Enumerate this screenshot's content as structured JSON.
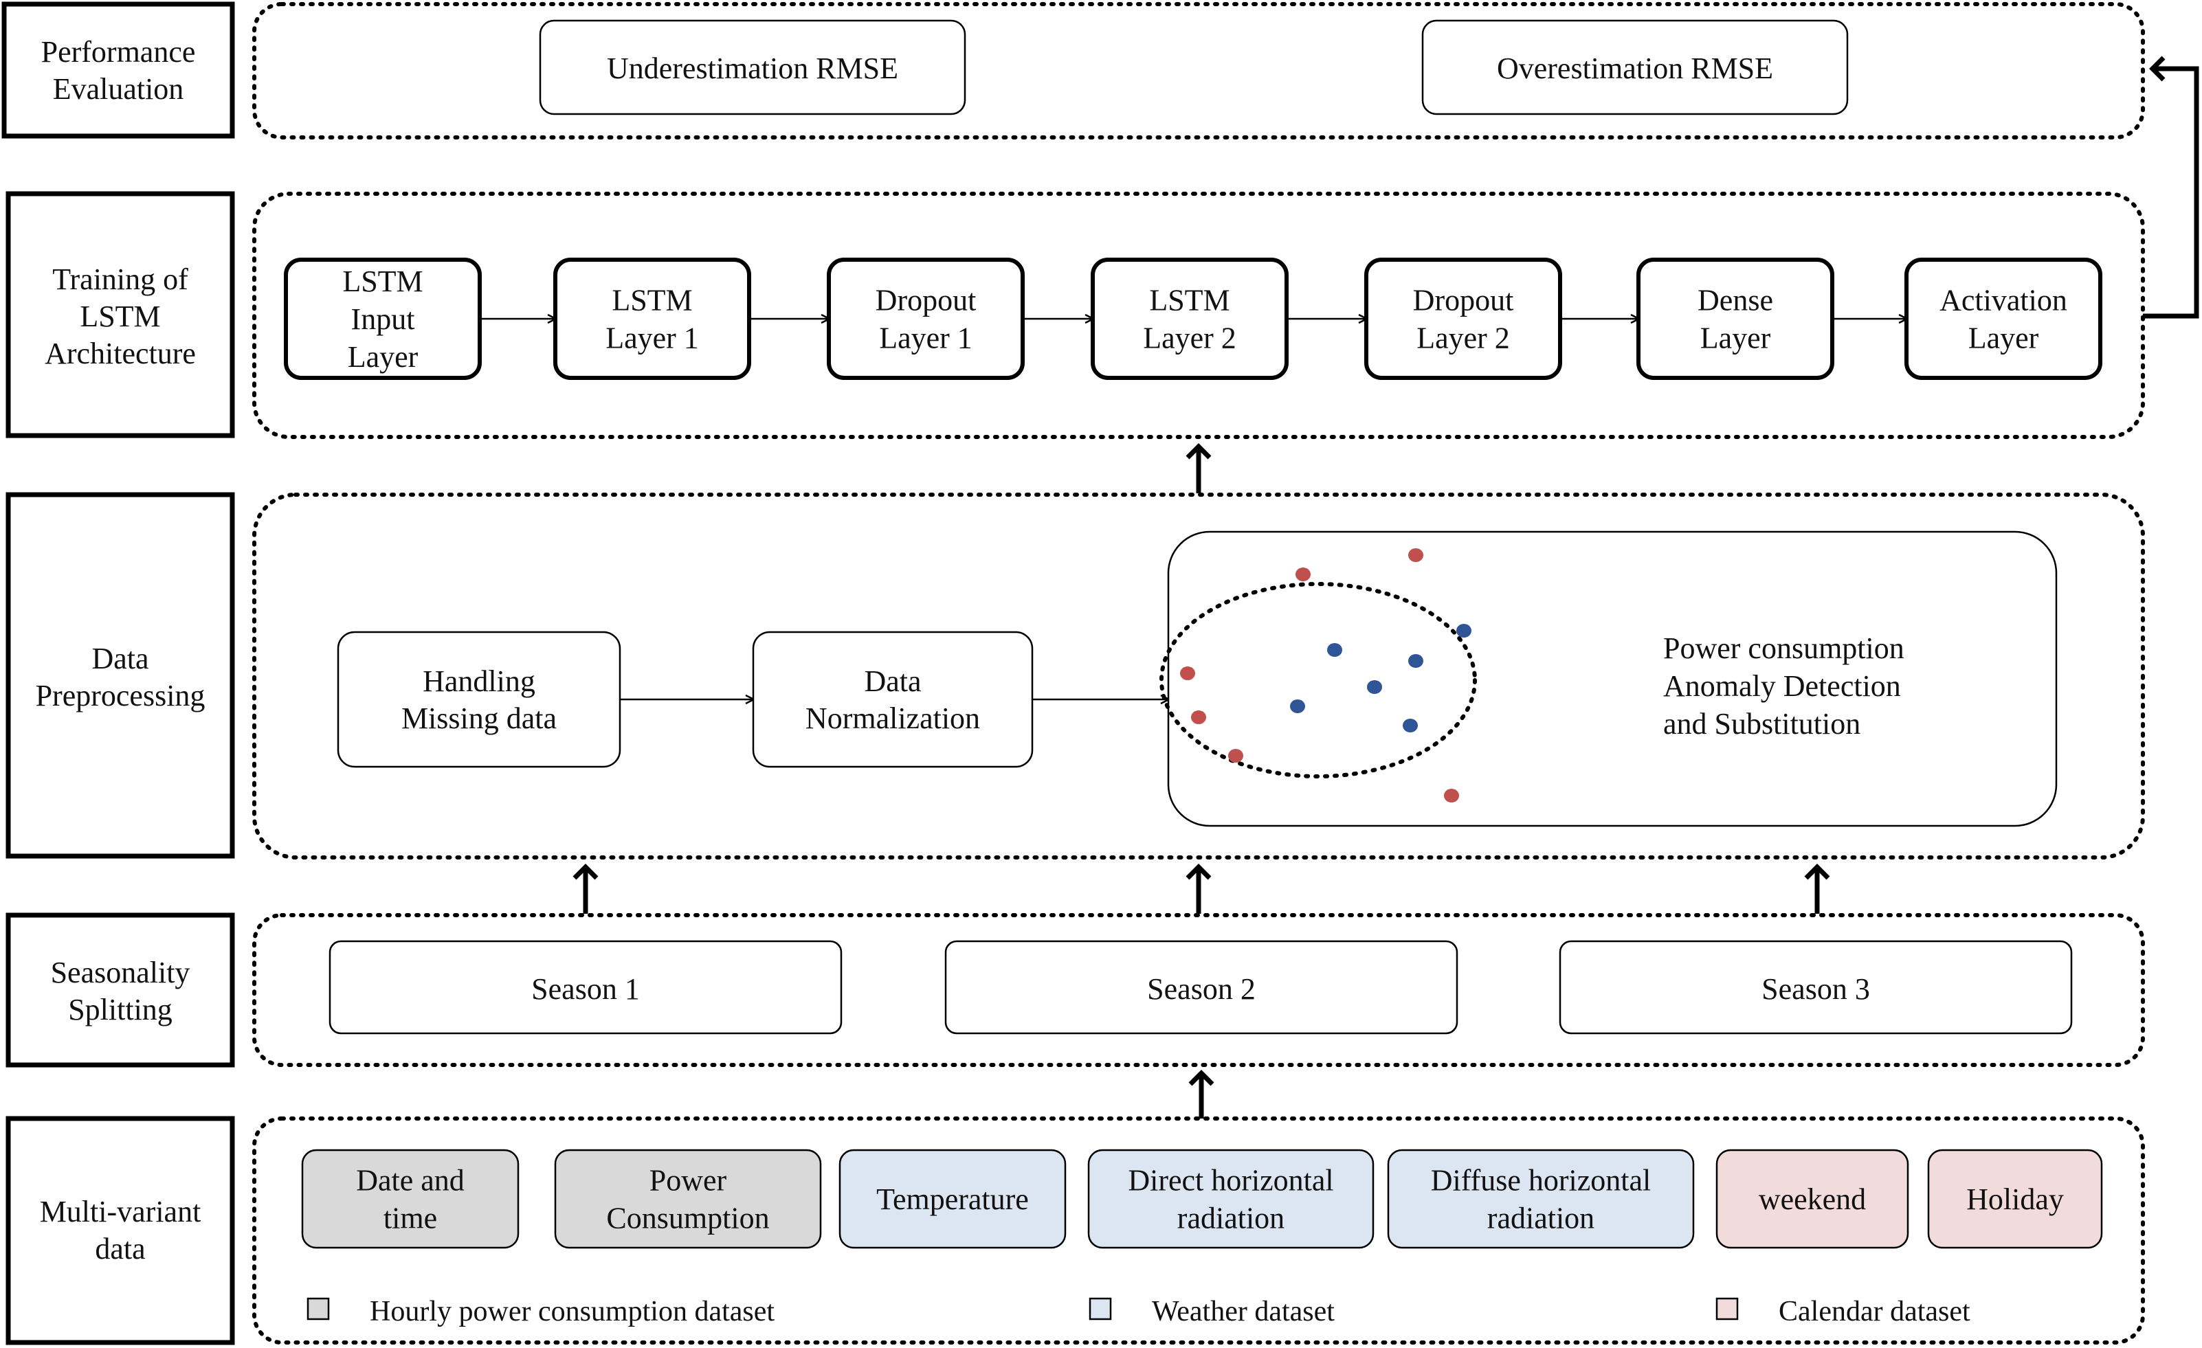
{
  "stages": {
    "performance": "Performance\nEvaluation",
    "training": "Training of\nLSTM\nArchitecture",
    "preprocessing": "Data\nPreprocessing",
    "seasonality": "Seasonality\nSplitting",
    "multivariant": "Multi-variant\ndata"
  },
  "performance_boxes": [
    "Underestimation RMSE",
    "Overestimation RMSE"
  ],
  "lstm_layers": [
    "LSTM\nInput\nLayer",
    "LSTM\nLayer 1",
    "Dropout\nLayer 1",
    "LSTM\nLayer 2",
    "Dropout\nLayer 2",
    "Dense\nLayer",
    "Activation\nLayer"
  ],
  "preprocessing_steps": [
    "Handling\nMissing data",
    "Data\nNormalization"
  ],
  "anomaly_label": "Power consumption\nAnomaly Detection\nand Substitution",
  "seasons": [
    "Season 1",
    "Season 2",
    "Season 3"
  ],
  "features": [
    {
      "label": "Date and\ntime",
      "group": "power"
    },
    {
      "label": "Power\nConsumption",
      "group": "power"
    },
    {
      "label": "Temperature",
      "group": "weather"
    },
    {
      "label": "Direct horizontal\nradiation",
      "group": "weather"
    },
    {
      "label": "Diffuse horizontal\nradiation",
      "group": "weather"
    },
    {
      "label": "weekend",
      "group": "calendar"
    },
    {
      "label": "Holiday",
      "group": "calendar"
    }
  ],
  "legend": [
    {
      "label": "Hourly power consumption dataset",
      "group": "power"
    },
    {
      "label": "Weather dataset",
      "group": "weather"
    },
    {
      "label": "Calendar  dataset",
      "group": "calendar"
    }
  ],
  "colors": {
    "power": "#d9d9d9",
    "weather": "#dce6f2",
    "calendar": "#f2dcdb",
    "normal_point": "#2f5597",
    "anomaly_point": "#c0504d"
  }
}
